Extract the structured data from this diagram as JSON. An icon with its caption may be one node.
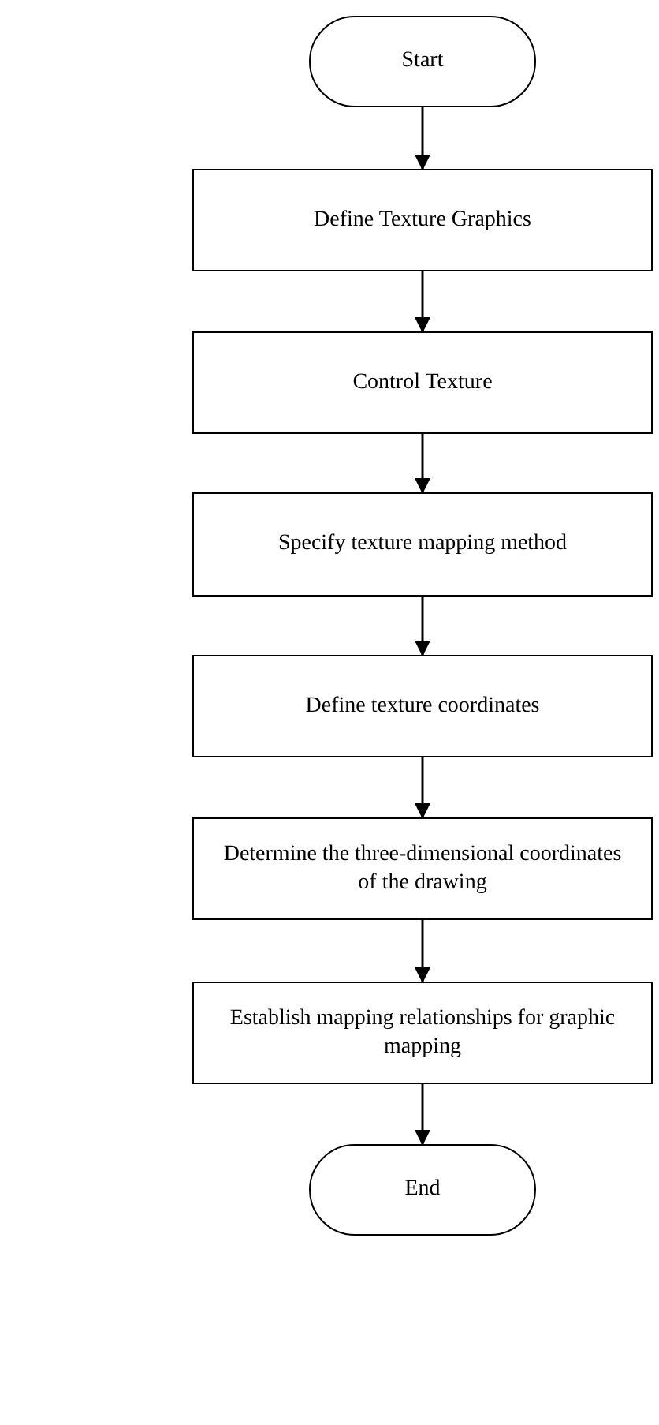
{
  "diagram": {
    "nodes": [
      {
        "text": [
          "Start"
        ]
      },
      {
        "text": [
          "Define Texture Graphics"
        ]
      },
      {
        "text": [
          "Control Texture"
        ]
      },
      {
        "text": [
          "Specify texture mapping method"
        ]
      },
      {
        "text": [
          "Define texture coordinates"
        ]
      },
      {
        "text": [
          "Determine the three-dimensional coordinates of the drawing"
        ]
      },
      {
        "text": [
          "Establish mapping relationships for graphic mapping"
        ]
      },
      {
        "text": [
          "End"
        ]
      }
    ],
    "edges": [
      {
        "from": 0,
        "to": 1,
        "arrow": "to"
      },
      {
        "from": 1,
        "to": 2,
        "arrow": "to"
      },
      {
        "from": 2,
        "to": 3,
        "arrow": "to"
      },
      {
        "from": 3,
        "to": 4,
        "arrow": "to"
      },
      {
        "from": 4,
        "to": 5,
        "arrow": "to"
      },
      {
        "from": 5,
        "to": 6,
        "arrow": "to"
      },
      {
        "from": 6,
        "to": 7,
        "arrow": "to"
      }
    ]
  }
}
